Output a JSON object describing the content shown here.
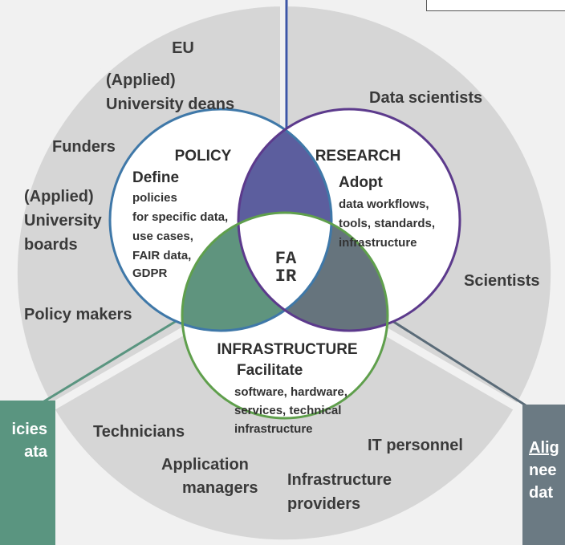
{
  "colors": {
    "policy": "#3f78a8",
    "research": "#5c3a8c",
    "infrastructure": "#5f9f4c",
    "outer_fill": "#d6d6d6",
    "left_box": "#5a9580",
    "right_box": "#6b7a83"
  },
  "policy": {
    "title": "POLICY",
    "verb": "Define",
    "items": [
      "policies",
      "for specific data,",
      "use cases,",
      "FAIR data,",
      "GDPR"
    ]
  },
  "research": {
    "title": "RESEARCH",
    "verb": "Adopt",
    "items": [
      "data workflows,",
      "tools, standards,",
      "infrastructure"
    ]
  },
  "infrastructure": {
    "title": "INFRASTRUCTURE",
    "verb": "Facilitate",
    "items": [
      "software, hardware,",
      "services, technical",
      "infrastructure"
    ]
  },
  "center_logo": [
    "FA",
    "IR"
  ],
  "stakeholders": {
    "policy": [
      "EU",
      "(Applied)",
      "University deans",
      "Funders",
      "(Applied)",
      "University",
      "boards",
      "Policy makers"
    ],
    "research": [
      "Data scientists",
      "Scientists"
    ],
    "infrastructure": [
      "Technicians",
      "Application",
      "managers",
      "Infrastructure",
      "providers",
      "IT personnel"
    ]
  },
  "left_box": [
    "icies",
    "ata"
  ],
  "right_box": [
    "Alig",
    "nee",
    "dat"
  ]
}
